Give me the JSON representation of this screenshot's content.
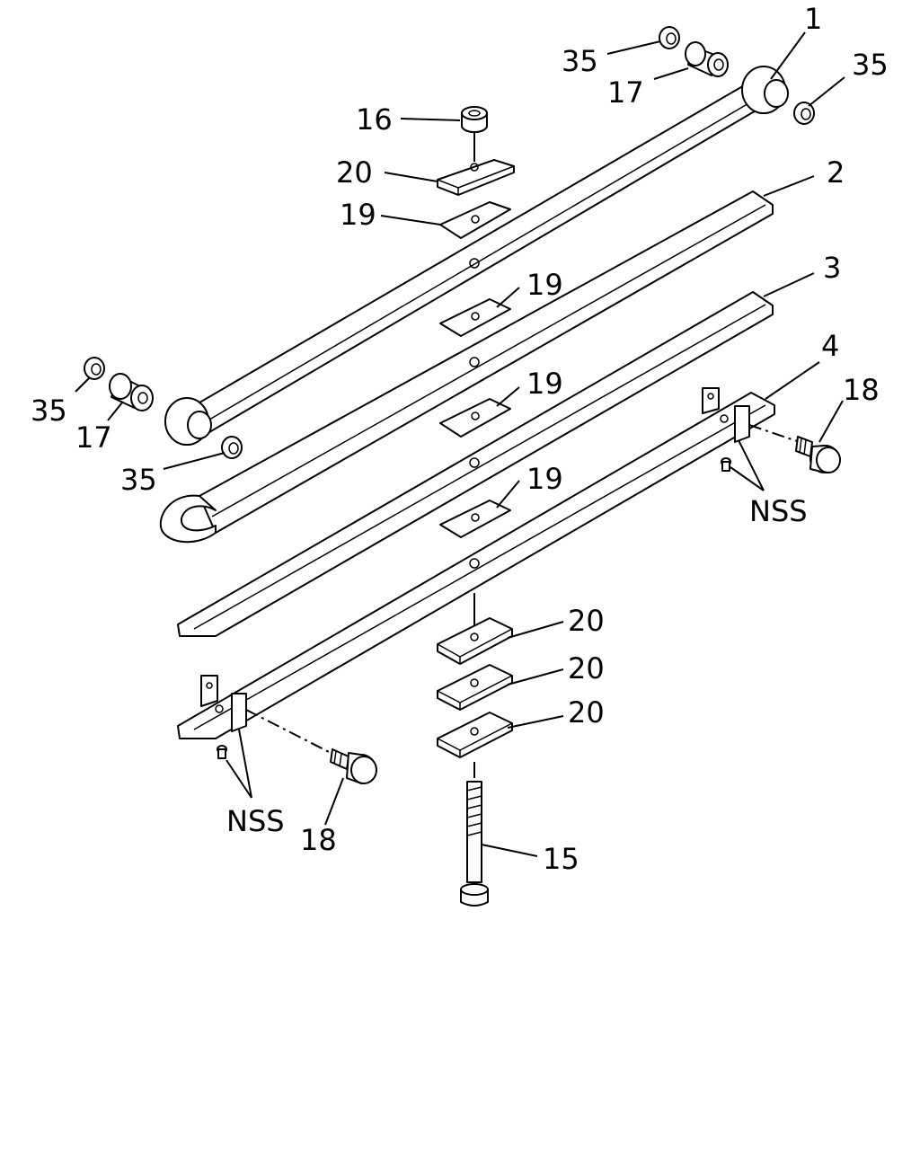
{
  "diagram": {
    "labels": {
      "l1": "1",
      "l2": "2",
      "l3": "3",
      "l4": "4",
      "l15": "15",
      "l16": "16",
      "l17_top": "17",
      "l17_left": "17",
      "l18_right": "18",
      "l18_left": "18",
      "l19_top": "19",
      "l19_a": "19",
      "l19_b": "19",
      "l19_c": "19",
      "l20_top": "20",
      "l20_a": "20",
      "l20_b": "20",
      "l20_c": "20",
      "l35_topleft": "35",
      "l35_topright": "35",
      "l35_left": "35",
      "l35_bottom": "35",
      "nss_right": "NSS",
      "nss_left": "NSS"
    }
  }
}
